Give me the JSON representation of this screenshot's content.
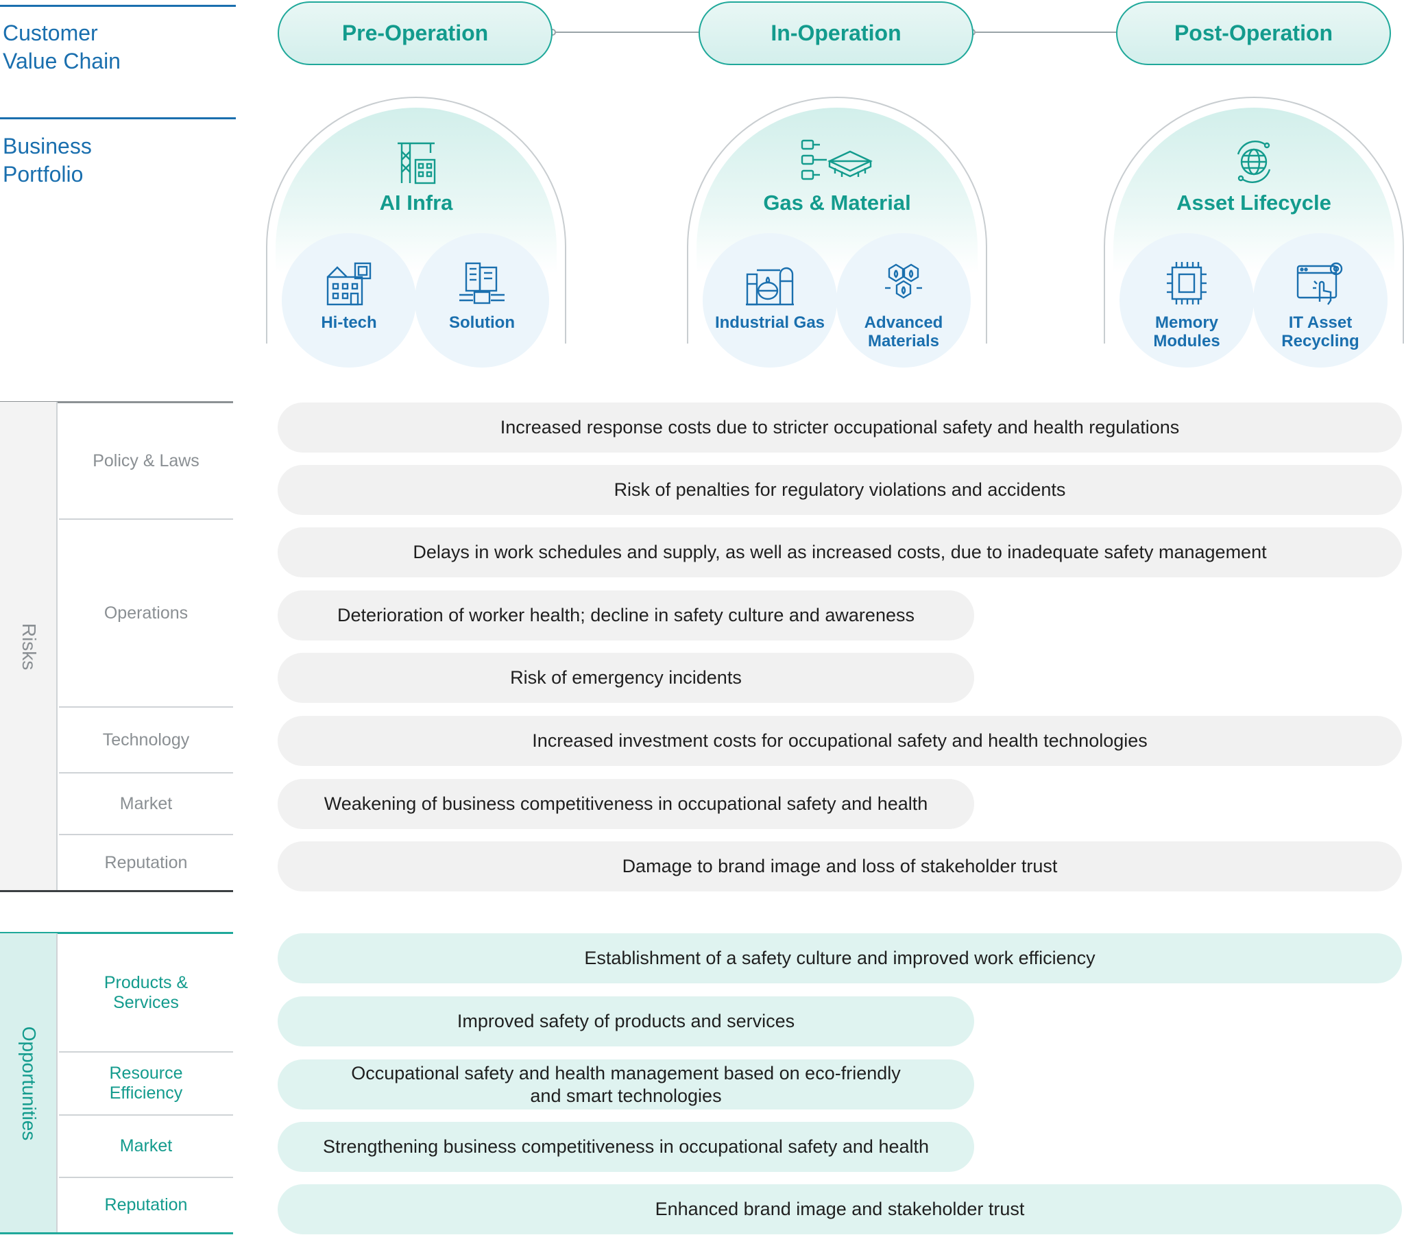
{
  "headers": {
    "value_chain": "Customer\nValue Chain",
    "portfolio": "Business\nPortfolio"
  },
  "stages": [
    "Pre-Operation",
    "In-Operation",
    "Post-Operation"
  ],
  "portfolio": [
    {
      "title": "AI Infra",
      "icon": "construction-crane-icon",
      "subs": [
        {
          "label": "Hi-tech",
          "icon": "hi-tech-building-icon"
        },
        {
          "label": "Solution",
          "icon": "ai-solution-icon"
        }
      ]
    },
    {
      "title": "Gas & Material",
      "icon": "chip-material-icon",
      "subs": [
        {
          "label": "Industrial Gas",
          "icon": "gas-plant-icon"
        },
        {
          "label": "Advanced\nMaterials",
          "icon": "molecule-icon"
        }
      ]
    },
    {
      "title": "Asset Lifecycle",
      "icon": "globe-cycle-icon",
      "subs": [
        {
          "label": "Memory\nModules",
          "icon": "memory-chip-icon"
        },
        {
          "label": "IT Asset\nRecycling",
          "icon": "it-recycling-icon"
        }
      ]
    }
  ],
  "risks": {
    "label": "Risks",
    "categories": [
      "Policy & Laws",
      "Operations",
      "Technology",
      "Market",
      "Reputation"
    ],
    "items": [
      "Increased response costs due to stricter occupational safety and health regulations",
      "Risk of penalties for regulatory violations and accidents",
      "Delays in work schedules and supply, as well as increased costs, due to inadequate safety management",
      "Deterioration of worker health; decline in safety culture and awareness",
      "Risk of emergency incidents",
      "Increased investment costs for occupational safety and health technologies",
      "Weakening of business competitiveness in occupational safety and health",
      "Damage to brand image and loss of stakeholder trust"
    ]
  },
  "opportunities": {
    "label": "Opportunities",
    "categories": [
      "Products &\nServices",
      "Resource\nEfficiency",
      "Market",
      "Reputation"
    ],
    "items": [
      "Establishment of a safety culture and improved work efficiency",
      "Improved safety of products and services",
      "Occupational safety and health management based on eco-friendly\nand smart technologies",
      "Strengthening business competitiveness in occupational safety and health",
      "Enhanced brand image and stakeholder trust"
    ]
  },
  "colors": {
    "teal": "#139b8d",
    "blue": "#1a6fae",
    "risk_bar": "#f1f1f1",
    "opportunity_bar": "#dff3f0"
  }
}
